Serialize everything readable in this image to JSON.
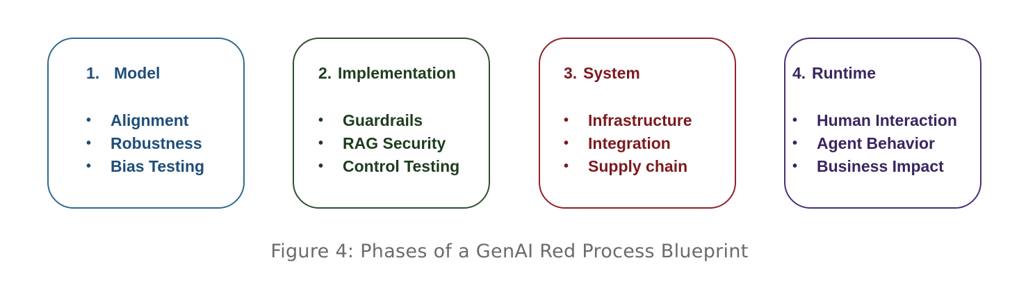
{
  "phases": [
    {
      "number": "1.",
      "title": "Model",
      "color": "#1f4e79",
      "border_color": "#2e6a8e",
      "items": [
        "Alignment",
        "Robustness",
        "Bias Testing"
      ]
    },
    {
      "number": "2.",
      "title": "Implementation",
      "color": "#1e3d1e",
      "border_color": "#2f4f2f",
      "items": [
        "Guardrails",
        "RAG Security",
        "Control Testing"
      ]
    },
    {
      "number": "3.",
      "title": "System",
      "color": "#7b1a1f",
      "border_color": "#8e2228",
      "items": [
        "Infrastructure",
        "Integration",
        "Supply chain"
      ]
    },
    {
      "number": "4.",
      "title": "Runtime",
      "color": "#3a2660",
      "border_color": "#4a2f73",
      "items": [
        "Human Interaction",
        "Agent Behavior",
        "Business Impact"
      ]
    }
  ],
  "bullet_glyph": "•",
  "caption": "Figure 4: Phases of a GenAI Red Process Blueprint"
}
